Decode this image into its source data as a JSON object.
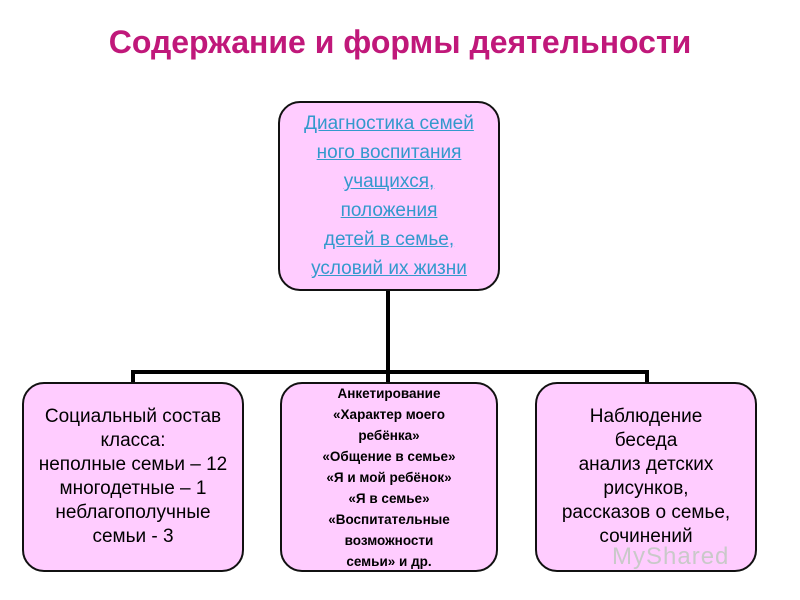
{
  "title": "Содержание и формы деятельности",
  "diagram": {
    "root": {
      "lines": [
        "Диагностика семей",
        "ного воспитания",
        "учащихся,",
        "положения",
        "детей в семье,",
        "условий их жизни"
      ]
    },
    "children": [
      {
        "lines": [
          "Социальный состав",
          "класса:",
          "неполные семьи – 12",
          "многодетные – 1",
          "неблагополучные",
          "семьи - 3"
        ]
      },
      {
        "lines": [
          "Анкетирование",
          "«Характер моего",
          "ребёнка»",
          "«Общение в семье»",
          "«Я и мой ребёнок»",
          "«Я в семье»",
          "«Воспитательные",
          "возможности",
          "семьи» и др."
        ]
      },
      {
        "lines": [
          "Наблюдение",
          "беседа",
          "анализ детских",
          "рисунков,",
          "рассказов о семье,",
          "сочинений"
        ]
      }
    ]
  },
  "colors": {
    "title": "#c0187a",
    "box_fill": "#ffccff",
    "root_text": "#3399cc",
    "connector": "#000000"
  },
  "watermark": "MyShared"
}
